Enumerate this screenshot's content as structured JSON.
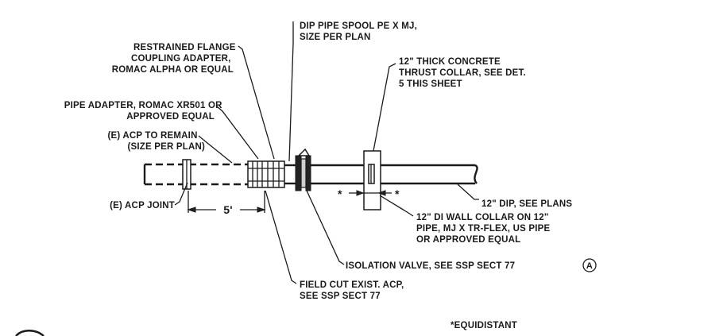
{
  "labels": {
    "dip_spool": [
      "DIP PIPE SPOOL PE X MJ,",
      "SIZE PER PLAN"
    ],
    "restrained_flange": [
      "RESTRAINED FLANGE",
      "COUPLING ADAPTER,",
      "ROMAC ALPHA OR EQUAL"
    ],
    "thrust_collar": [
      "12\" THICK CONCRETE",
      "THRUST COLLAR, SEE DET.",
      "5 THIS SHEET"
    ],
    "pipe_adapter": [
      "PIPE ADAPTER, ROMAC XR501 OR",
      "APPROVED EQUAL"
    ],
    "acp_remain": [
      "(E) ACP TO REMAIN",
      "(SIZE PER PLAN)"
    ],
    "acp_joint": "(E) ACP JOINT",
    "dim_5ft": "5'",
    "equidistant_mark_left": "*",
    "equidistant_mark_right": "*",
    "dip_12": "12\" DIP, SEE PLANS",
    "wall_collar": [
      "12\" DI WALL COLLAR ON 12\"",
      "PIPE, MJ X TR-FLEX, US PIPE",
      "OR APPROVED EQUAL"
    ],
    "isolation_valve": "ISOLATION VALVE, SEE SSP SECT 77",
    "isolation_valve_tag": "A",
    "field_cut": [
      "FIELD CUT EXIST. ACP,",
      "SEE SSP SECT 77"
    ],
    "equidistant_note": "*EQUIDISTANT"
  },
  "colors": {
    "ink": "#1a1a1a",
    "background": "#ffffff"
  }
}
